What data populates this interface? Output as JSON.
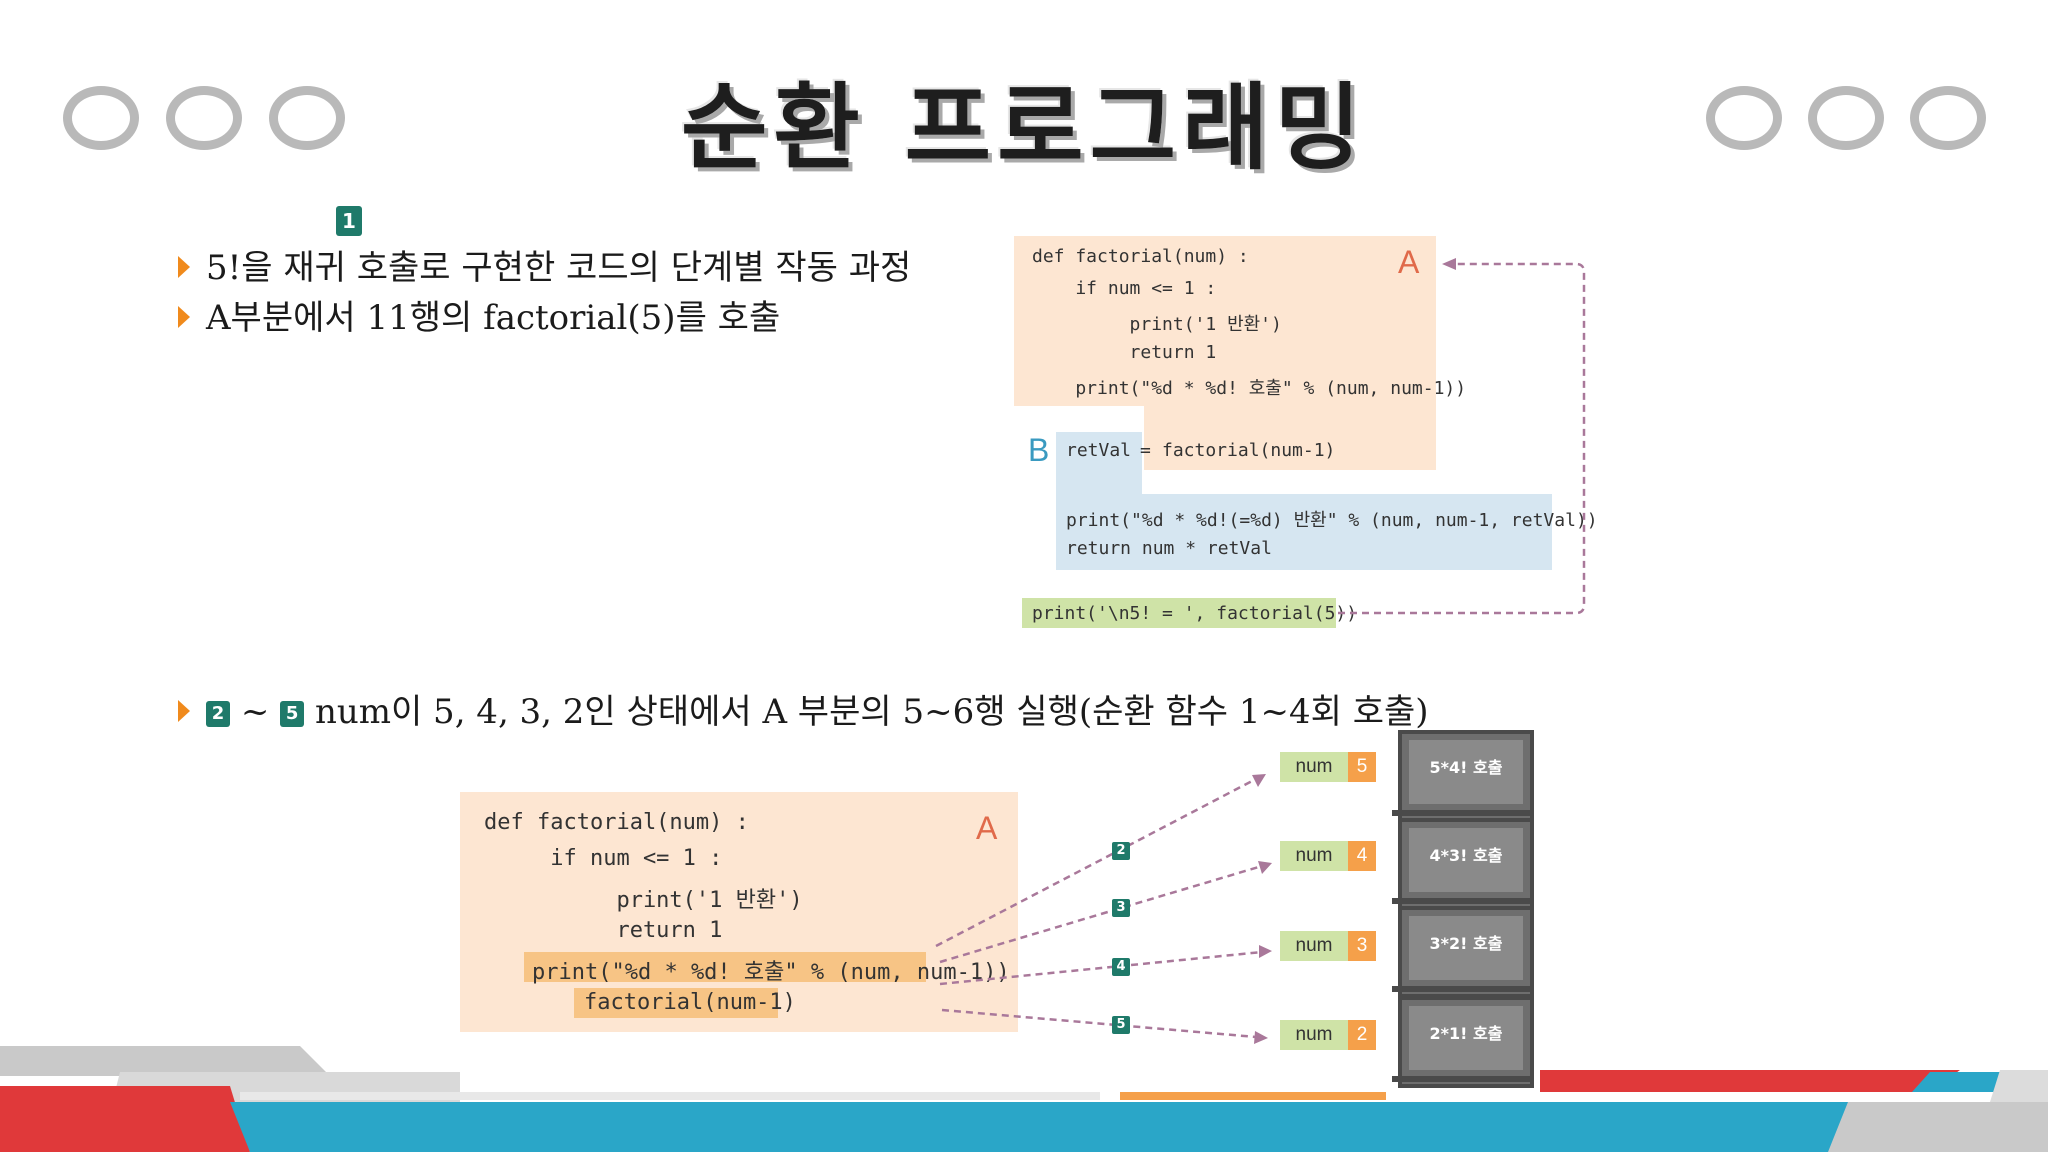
{
  "title": "순환 프로그래밍",
  "step1_badge": "1",
  "bullets": [
    "5!을 재귀 호출로 구현한 코드의 단계별 작동 과정",
    "A부분에서 11행의 factorial(5)를 호출"
  ],
  "bullet3": {
    "badge_start": "2",
    "tilde": "~",
    "badge_end": "5",
    "text": "num이 5, 4, 3, 2인 상태에서 A 부분의 5~6행 실행(순환 함수 1~4회 호출)"
  },
  "code_top": {
    "label_a": "A",
    "label_b": "B",
    "lines": [
      "def factorial(num) :",
      "    if num <= 1 :",
      "         print('1 반환')",
      "         return 1",
      "    print(\"%d * %d! 호출\" % (num, num-1))"
    ],
    "retval_line_left": "retVal",
    "retval_line_eq": "=",
    "retval_line_right": "factorial(num-1)",
    "b_lines": [
      "print(\"%d * %d!(=%d) 반환\" % (num, num-1, retVal))",
      "return num * retVal"
    ],
    "call_line": "print('\\n5! = ', factorial(5))"
  },
  "code_bottom": {
    "label_a": "A",
    "lines": [
      "def factorial(num) :",
      "     if num <= 1 :",
      "          print('1 반환')",
      "          return 1"
    ],
    "highlight_print": "print(\"%d * %d! 호출\" % (num, num-1))",
    "highlight_call": "factorial(num-1)"
  },
  "calls": [
    {
      "step": "2",
      "num_label": "num",
      "num_value": "5",
      "screen": "5*4! 호출"
    },
    {
      "step": "3",
      "num_label": "num",
      "num_value": "4",
      "screen": "4*3! 호출"
    },
    {
      "step": "4",
      "num_label": "num",
      "num_value": "3",
      "screen": "3*2! 호출"
    },
    {
      "step": "5",
      "num_label": "num",
      "num_value": "2",
      "screen": "2*1! 호출"
    }
  ],
  "colors": {
    "accent_orange": "#f08a1c",
    "badge_teal": "#1f7a6a",
    "code_orange_bg": "#fde6d2",
    "code_blue_bg": "#d6e6f1",
    "code_green_bg": "#cfe3a7",
    "arrow_purple": "#a9789a",
    "footer_red": "#e0393a",
    "footer_blue": "#2aa6c8",
    "footer_gray": "#c9c9c9"
  }
}
